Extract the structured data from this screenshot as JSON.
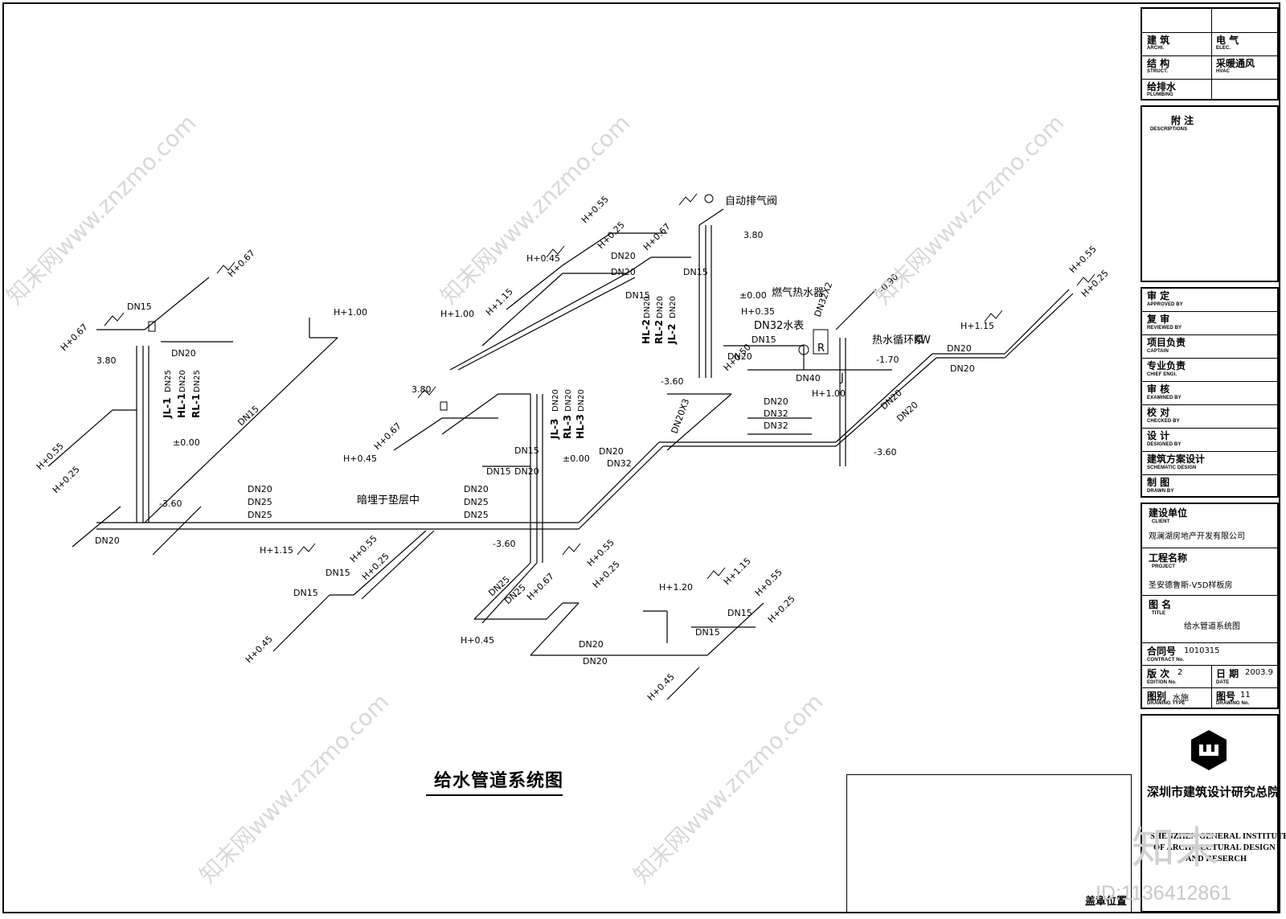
{
  "drawing": {
    "title": "给水管道系统图",
    "embedded_note": "暗埋于垫层中",
    "stamp_label": "盖章位置",
    "watermark_id": "ID:1136412861",
    "watermark_logo": "知末",
    "watermark_text": "知末网www.znzmo.com",
    "labels": {
      "auto_vent": "自动排气阀",
      "gas_heater": "燃气热水器",
      "water_meter": "DN32水表",
      "circ_pump": "热水循环泵",
      "pump_power": "KW",
      "heater_tag": "R",
      "j_tag": "J",
      "dn15": "DN15",
      "dn20": "DN20",
      "dn25": "DN25",
      "dn32": "DN32",
      "dn40": "DN40",
      "dn20x3": "DN20X3",
      "dn32x2": "DN32X2",
      "h045": "H+0.45",
      "h055": "H+0.55",
      "h067": "H+0.67",
      "h025": "H+0.25",
      "h100": "H+1.00",
      "h115": "H+1.15",
      "h120": "H+1.20",
      "h035": "H+0.35",
      "h050": "H+0.50",
      "el380": "3.80",
      "el000": "±0.00",
      "elm360": "-3.60",
      "elm090": "-0.90",
      "elm170": "-1.70",
      "jl1": "JL-1",
      "hl1": "HL-1",
      "rl1": "RL-1",
      "jl3": "JL-3",
      "rl3": "RL-3",
      "hl3": "HL-3",
      "hl2": "HL-2",
      "rl2": "RL-2",
      "jl2": "JL-2"
    }
  },
  "title_block": {
    "disciplines": [
      {
        "cn": "建 筑",
        "en": "ARCHI."
      },
      {
        "cn": "电 气",
        "en": "ELEC."
      },
      {
        "cn": "结 构",
        "en": "STRUCT."
      },
      {
        "cn": "采暖通风",
        "en": "HVAC"
      },
      {
        "cn": "给排水",
        "en": "PLUMBING"
      }
    ],
    "notes": {
      "cn": "附 注",
      "en": "DESCRIPTIONS"
    },
    "signoff": [
      {
        "cn": "审 定",
        "en": "APPROVED BY"
      },
      {
        "cn": "复 审",
        "en": "REVIEWED BY"
      },
      {
        "cn": "项目负责",
        "en": "CAPTAIN"
      },
      {
        "cn": "专业负责",
        "en": "CHIEF ENGI."
      },
      {
        "cn": "审 核",
        "en": "EXAMINED BY"
      },
      {
        "cn": "校 对",
        "en": "CHECKED BY"
      },
      {
        "cn": "设 计",
        "en": "DESIGNED BY"
      },
      {
        "cn": "建筑方案设计",
        "en": "SCHEMATIC DESIGN"
      },
      {
        "cn": "制 图",
        "en": "DRAWN BY"
      }
    ],
    "client": {
      "cn": "建设单位",
      "en": "CLIENT",
      "value": "观澜湖房地产开发有限公司"
    },
    "project": {
      "cn": "工程名称",
      "en": "PROJECT",
      "value": "圣安德鲁斯-V5D样板房"
    },
    "title": {
      "cn": "图 名",
      "en": "TITLE",
      "value": "给水管道系统图"
    },
    "contract": {
      "cn": "合同号",
      "en": "CONTRACT No.",
      "value": "1010315"
    },
    "edition": {
      "cn": "版 次",
      "en": "EDITION No.",
      "value": "2"
    },
    "date": {
      "cn": "日 期",
      "en": "DATE",
      "value": "2003.9"
    },
    "drawing_type": {
      "cn": "图别",
      "en": "DRAWING TYPE",
      "value": "水施"
    },
    "drawing_no": {
      "cn": "图号",
      "en": "DRAWING No.",
      "value": "11"
    },
    "firm_cn": "深圳市建筑设计研究总院",
    "firm_en_1": "SHENZHEN GENERAL INSTITUTE",
    "firm_en_2": "OF ARCHITECTURAL DESIGN",
    "firm_en_3": "AND RESERCH"
  }
}
